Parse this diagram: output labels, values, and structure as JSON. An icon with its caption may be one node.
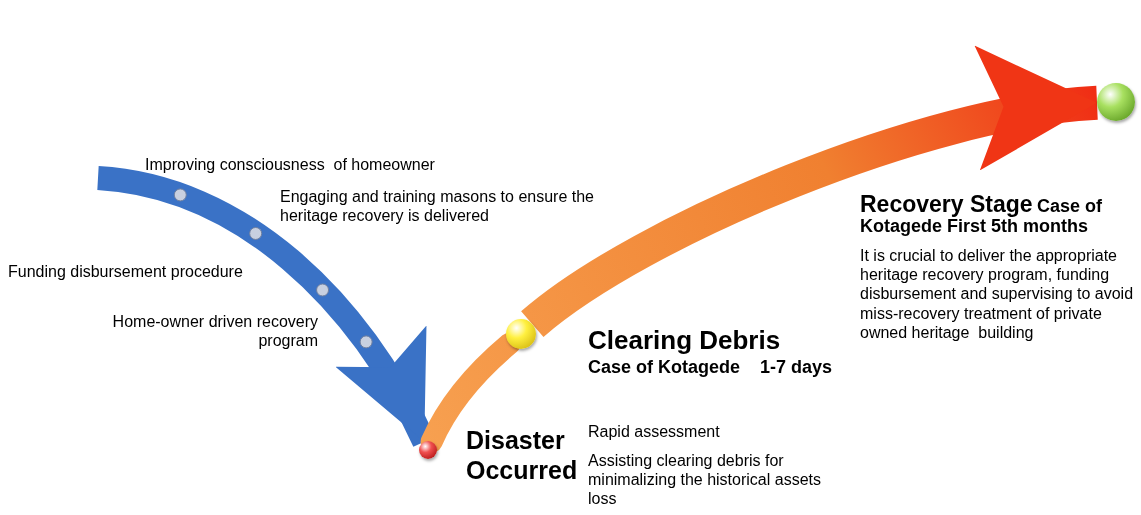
{
  "diagram": {
    "nodes": [
      {
        "text": [],
        "shape": "circle",
        "beside": [
          "Disaster Occurred"
        ]
      },
      {
        "text": [],
        "shape": "circle",
        "beside": [
          "Clearing Debris",
          "Case of Kotagede    1-7 days",
          "Rapid assessment",
          "Assisting clearing debris for minimalizing the historical assets loss"
        ]
      },
      {
        "text": [],
        "shape": "circle",
        "beside": [
          "Recovery Stage",
          "Case of Kotagede First 5th months",
          "It is crucial to deliver the appropriate heritage recovery program, funding disbursement and supervising to avoid miss-recovery treatment of private owned heritage  building"
        ]
      }
    ],
    "edges": [
      {
        "from": null,
        "to": 0,
        "arrow": "to",
        "color": "#3a72c6"
      },
      {
        "from": 0,
        "to": 1,
        "arrow": "none"
      },
      {
        "from": 1,
        "to": 2,
        "arrow": "to"
      }
    ],
    "labels": [
      "Improving consciousness  of homeowner",
      "Engaging and training masons to ensure the heritage recovery is delivered",
      "Funding disbursement procedure",
      "Home-owner driven recovery program"
    ]
  }
}
